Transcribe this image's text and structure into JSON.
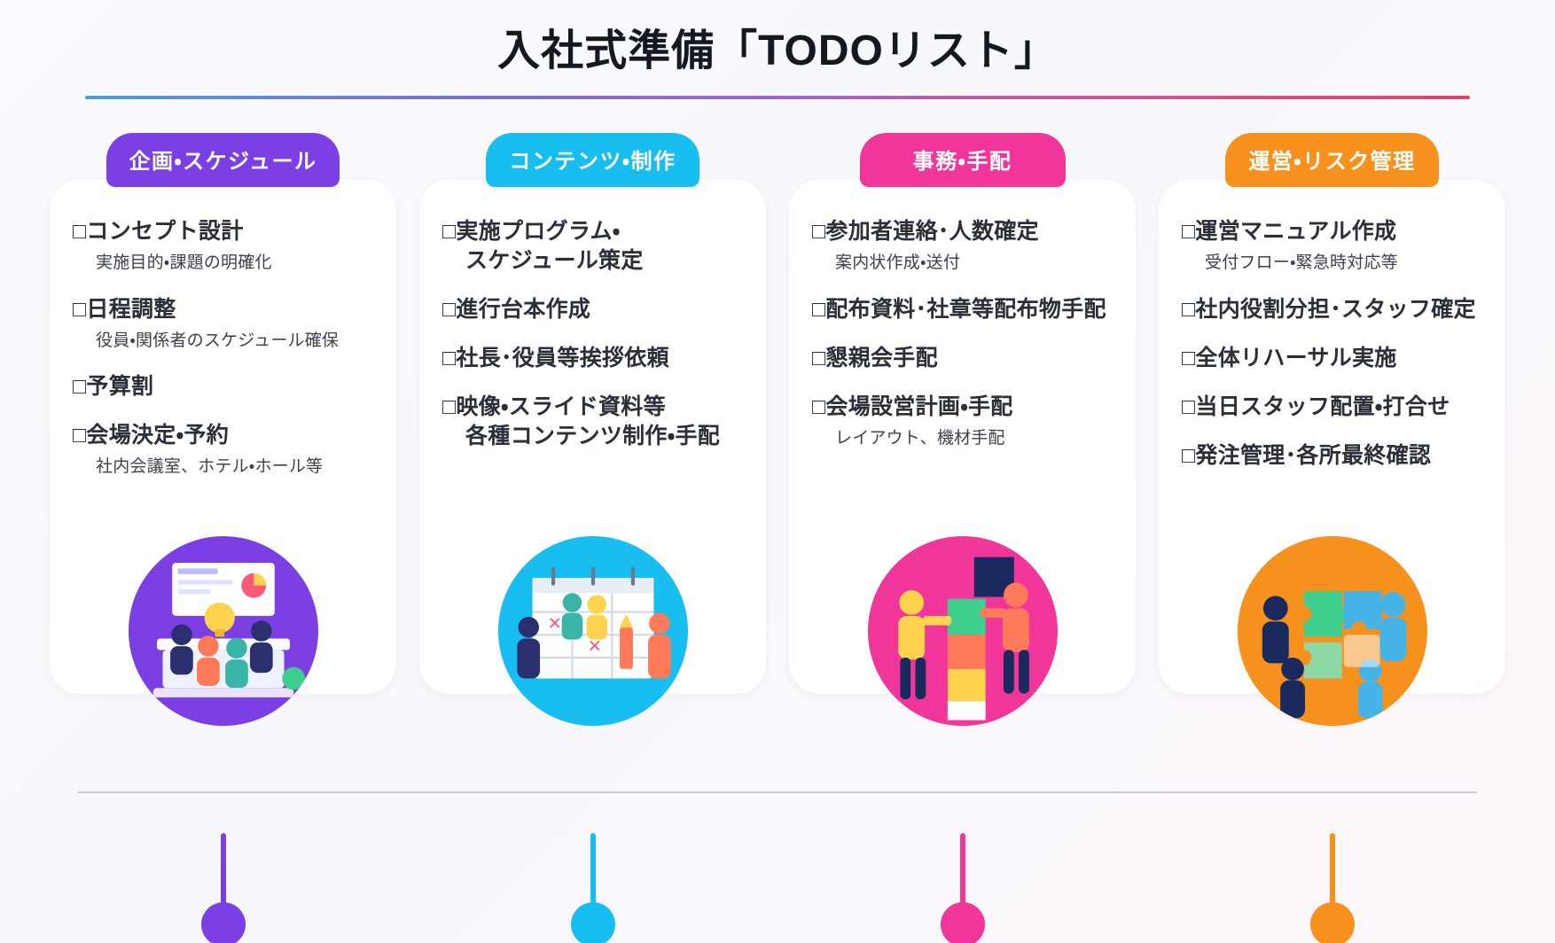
{
  "header": {
    "title": "入社式準備「TODOリスト」",
    "rule_gradient": [
      "#4d9ee0",
      "#7a6fd6",
      "#a564c8",
      "#d8528f",
      "#e0436f"
    ]
  },
  "baseline_color": "#c9ccd6",
  "columns": [
    {
      "id": "planning-schedule",
      "label": "企画・スケジュール",
      "color": "#7B3FE4",
      "illustration": "meeting-team-illustration",
      "items": [
        {
          "main": "□コンセプト設計",
          "cont": "",
          "sub": "実施目的・課題の明確化"
        },
        {
          "main": "□日程調整",
          "cont": "",
          "sub": "役員・関係者のスケジュール確保"
        },
        {
          "main": "□予算割",
          "cont": "",
          "sub": ""
        },
        {
          "main": "□会場決定・予約",
          "cont": "",
          "sub": "社内会議室、ホテル・ホール等"
        }
      ]
    },
    {
      "id": "content-production",
      "label": "コンテンツ・制作",
      "color": "#19BEF0",
      "illustration": "calendar-planning-illustration",
      "items": [
        {
          "main": "□実施プログラム・",
          "cont": "スケジュール策定",
          "sub": ""
        },
        {
          "main": "□進行台本作成",
          "cont": "",
          "sub": ""
        },
        {
          "main": "□社長･役員等挨拶依頼",
          "cont": "",
          "sub": ""
        },
        {
          "main": "□映像・スライド資料等",
          "cont": "各種コンテンツ制作・手配",
          "sub": ""
        }
      ]
    },
    {
      "id": "admin-arrangements",
      "label": "事務・手配",
      "color": "#F0369B",
      "illustration": "stacking-boxes-illustration",
      "items": [
        {
          "main": "□参加者連絡･人数確定",
          "cont": "",
          "sub": "案内状作成・送付"
        },
        {
          "main": "□配布資料･社章等配布物手配",
          "cont": "",
          "sub": ""
        },
        {
          "main": "□懇親会手配",
          "cont": "",
          "sub": ""
        },
        {
          "main": "□会場設営計画・手配",
          "cont": "",
          "sub": "レイアウト、機材手配"
        }
      ]
    },
    {
      "id": "operations-risk",
      "label": "運営・リスク管理",
      "color": "#F7911E",
      "illustration": "puzzle-team-illustration",
      "items": [
        {
          "main": "□運営マニュアル作成",
          "cont": "",
          "sub": "受付フロー・緊急時対応等"
        },
        {
          "main": "□社内役割分担･スタッフ確定",
          "cont": "",
          "sub": ""
        },
        {
          "main": "□全体リハーサル実施",
          "cont": "",
          "sub": ""
        },
        {
          "main": "□当日スタッフ配置・打合せ",
          "cont": "",
          "sub": ""
        },
        {
          "main": "□発注管理･各所最終確認",
          "cont": "",
          "sub": ""
        }
      ]
    }
  ]
}
